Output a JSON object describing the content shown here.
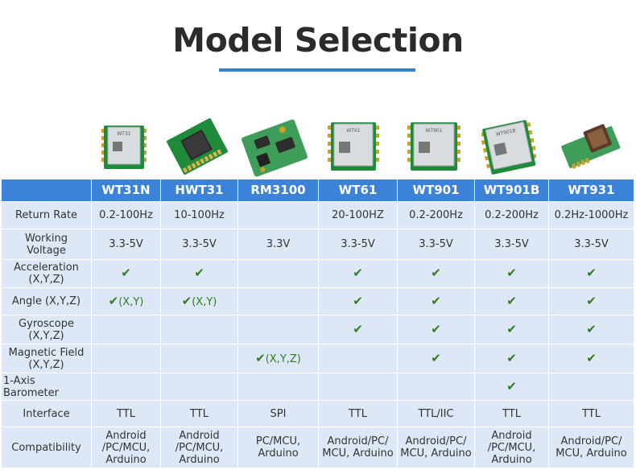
{
  "header": {
    "title": "Model Selection"
  },
  "models": [
    "WT31N",
    "HWT31",
    "RM3100",
    "WT61",
    "WT901",
    "WT901B",
    "WT931"
  ],
  "product_chip_labels": [
    "WT31",
    "WT61",
    "WT901",
    "WT901B"
  ],
  "check_symbol": "✔",
  "rows": [
    {
      "label": "Return Rate",
      "cells": [
        "0.2-100Hz",
        "10-100Hz",
        "",
        "20-100HZ",
        "0.2-200Hz",
        "0.2-200Hz",
        "0.2Hz-1000Hz"
      ]
    },
    {
      "label": "Working\nVoltage",
      "cells": [
        "3.3-5V",
        "3.3-5V",
        "3.3V",
        "3.3-5V",
        "3.3-5V",
        "3.3-5V",
        "3.3-5V"
      ]
    },
    {
      "label": "Acceleration\n(X,Y,Z)",
      "cells": [
        "✔",
        "✔",
        "",
        "✔",
        "✔",
        "✔",
        "✔"
      ]
    },
    {
      "label": "Angle (X,Y,Z)",
      "cells": [
        "✔(X,Y)",
        "✔(X,Y)",
        "",
        "✔",
        "✔",
        "✔",
        "✔"
      ]
    },
    {
      "label": "Gyroscope\n(X,Y,Z)",
      "cells": [
        "",
        "",
        "",
        "✔",
        "✔",
        "✔",
        "✔"
      ]
    },
    {
      "label": "Magnetic Field\n(X,Y,Z)",
      "cells": [
        "",
        "",
        "✔(X,Y,Z)",
        "",
        "✔",
        "✔",
        "✔"
      ]
    },
    {
      "label": "1-Axis Barometer",
      "cells": [
        "",
        "",
        "",
        "",
        "",
        "✔",
        ""
      ]
    },
    {
      "label": "Interface",
      "cells": [
        "TTL",
        "TTL",
        "SPI",
        "TTL",
        "TTL/IIC",
        "TTL",
        "TTL"
      ]
    },
    {
      "label": "Compatibility",
      "cells": [
        "Android\n/PC/MCU,\nArduino",
        "Android\n/PC/MCU,\nArduino",
        "PC/MCU,\nArduino",
        "Android/PC/\nMCU, Arduino",
        "Android/PC/\nMCU, Arduino",
        "Android\n/PC/MCU,\nArduino",
        "Android/PC/\nMCU, Arduino"
      ]
    }
  ],
  "colors": {
    "header_bg": "#3d82d9",
    "cell_bg": "#dde7f5",
    "check": "#2f7d1f",
    "title_underline": "#2f80d6"
  }
}
